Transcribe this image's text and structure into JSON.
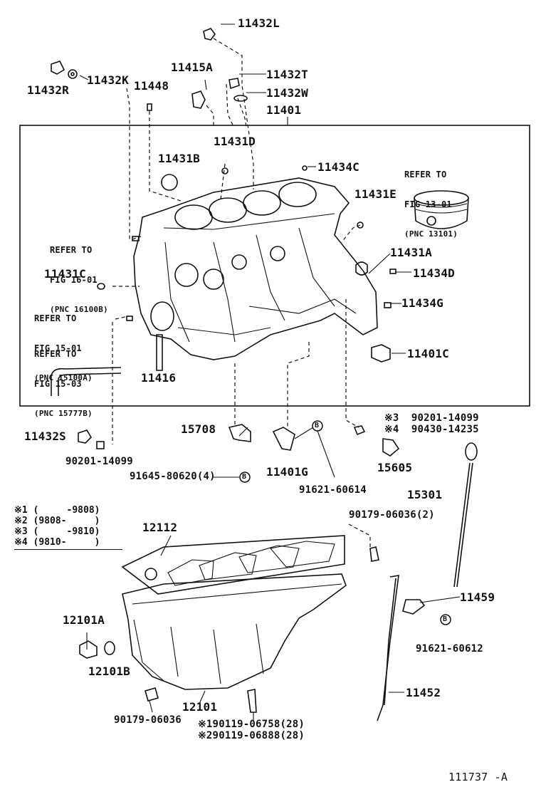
{
  "labels": {
    "p11432L": "11432L",
    "p11415A": "11415A",
    "p11432T": "11432T",
    "p11432K": "11432K",
    "p11432R": "11432R",
    "p11448": "11448",
    "p11432W": "11432W",
    "p11401": "11401",
    "p11431D": "11431D",
    "p11431B": "11431B",
    "p11434C": "11434C",
    "p11431E": "11431E",
    "p11431A": "11431A",
    "p11431C": "11431C",
    "p11434D": "11434D",
    "p11434G": "11434G",
    "p11401C": "11401C",
    "p11416": "11416",
    "p11432S": "11432S",
    "p15708": "15708",
    "p90201_14099_a": "90201-14099",
    "p90201_14099_b": "※3  90201-14099",
    "p90430_14235": "※4  90430-14235",
    "p91645_80620": "91645-80620(4)",
    "p11401G": "11401G",
    "p15605": "15605",
    "p91621_60614": "91621-60614",
    "p15301": "15301",
    "p90179_06036_2": "90179-06036(2)",
    "p12112": "12112",
    "p11459": "11459",
    "p12101A": "12101A",
    "p91621_60612": "91621-60612",
    "p12101B": "12101B",
    "p11452": "11452",
    "p12101": "12101",
    "p90179_06036": "90179-06036",
    "p90119_06758": "※190119-06758(28)",
    "p90119_06888": "※290119-06888(28)"
  },
  "circle_B": "B",
  "refs": [
    {
      "line1": "REFER TO",
      "line2": "FIG 13-01",
      "line3": "(PNC 13101)"
    },
    {
      "line1": "REFER TO",
      "line2": "FIG 16-01",
      "line3": "(PNC 16100B)"
    },
    {
      "line1": "REFER TO",
      "line2": "FIG 15-01",
      "line3": "(PNC 15100A)"
    },
    {
      "line1": "REFER TO",
      "line2": "FIG 15-03",
      "line3": "(PNC 15777B)"
    }
  ],
  "legend": [
    "※1 (     -9808)",
    "※2 (9808-     )",
    "※3 (     -9810)",
    "※4 (9810-     )"
  ],
  "figure_id": "111737 -A"
}
